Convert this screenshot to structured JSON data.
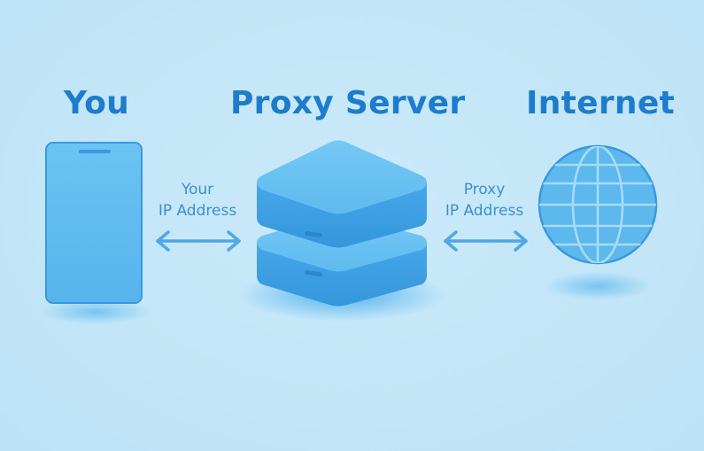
{
  "nodes": {
    "you": {
      "label": "You",
      "icon": "smartphone-icon"
    },
    "proxy": {
      "label": "Proxy Server",
      "icon": "server-stack-icon"
    },
    "internet": {
      "label": "Internet",
      "icon": "globe-icon"
    }
  },
  "connections": {
    "left": {
      "line1": "Your",
      "line2": "IP Address",
      "icon": "double-arrow-icon"
    },
    "right": {
      "line1": "Proxy",
      "line2": "IP Address",
      "icon": "double-arrow-icon"
    }
  },
  "colors": {
    "background": "#c3e6f8",
    "heading": "#1d7ccb",
    "label": "#3b8fd1",
    "icon_fill": "#5bb8ee",
    "icon_stroke": "#3a98dd"
  }
}
